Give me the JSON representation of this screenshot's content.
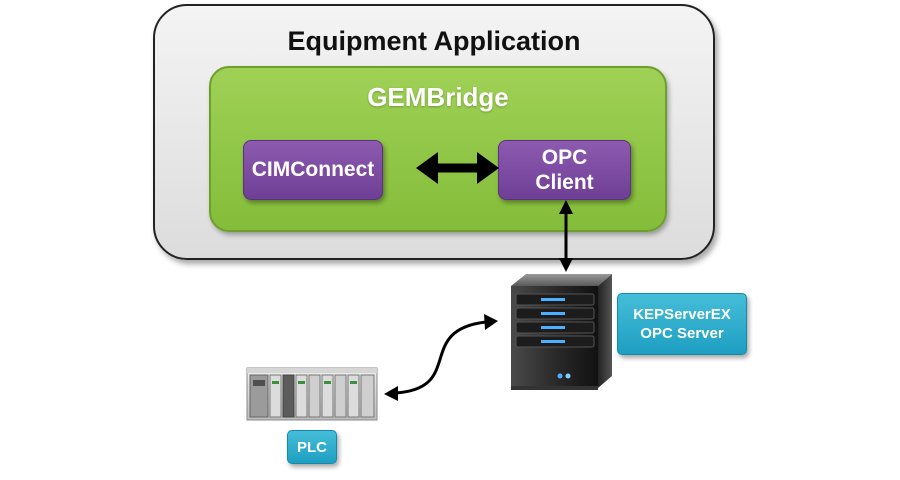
{
  "equipment_application": {
    "title": "Equipment Application"
  },
  "gembridge": {
    "title": "GEMBridge"
  },
  "cimconnect": {
    "label": "CIMConnect"
  },
  "opc_client": {
    "line1": "OPC",
    "line2": "Client"
  },
  "kepserver": {
    "line1": "KEPServerEX",
    "line2": "OPC Server"
  },
  "plc": {
    "label": "PLC"
  },
  "colors": {
    "green": "#8cc63f",
    "purple": "#7a4aa0",
    "teal": "#2aa8cc",
    "gray": "#e6e6e6"
  },
  "icons": [
    "server-icon",
    "plc-rack-icon"
  ]
}
